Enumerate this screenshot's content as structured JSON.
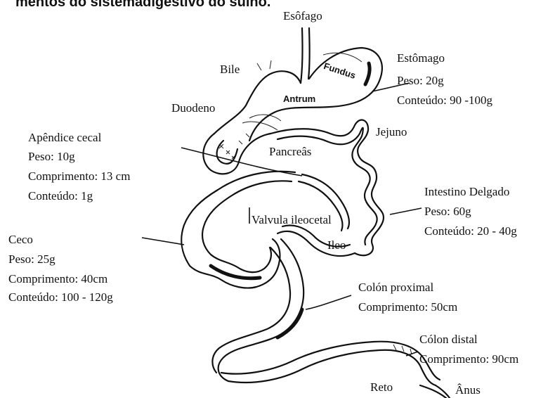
{
  "caption": "mentos do sistemadigestivo do suíno.",
  "labels": {
    "esofago": "Esôfago",
    "bile": "Bile",
    "estomago": {
      "title": "Estômago",
      "line1": "Peso: 20g",
      "line2": "Conteúdo: 90 -100g"
    },
    "fundus": "Fundus",
    "antrum": "Antrum",
    "duodeno": "Duodeno",
    "jejuno": "Jejuno",
    "pancreas": "Pancreâs",
    "apendice": {
      "title": "Apêndice cecal",
      "line1": "Peso: 10g",
      "line2": "Comprimento: 13 cm",
      "line3": "Conteúdo: 1g"
    },
    "intestino": {
      "title": "Intestino Delgado",
      "line1": "Peso: 60g",
      "line2": "Conteúdo: 20 - 40g"
    },
    "valvula": "Valvula ileocetal",
    "ileo": "Ileo",
    "ceco": {
      "title": "Ceco",
      "line1": "Peso: 25g",
      "line2": "Comprimento: 40cm",
      "line3": "Conteúdo: 100 - 120g"
    },
    "colon_proximal": {
      "title": "Colón proximal",
      "line1": "Comprimento: 50cm"
    },
    "colon_distal": {
      "title": "Cólon distal",
      "line1": "Comprimento: 90cm"
    },
    "reto": "Reto",
    "anus": "Ânus"
  }
}
